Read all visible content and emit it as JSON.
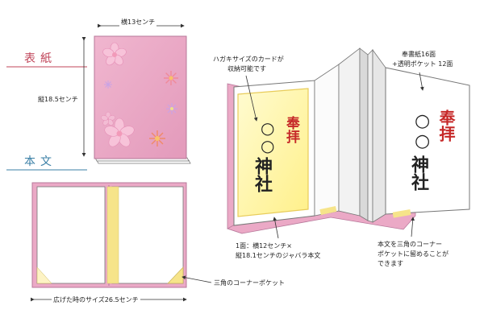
{
  "sections": {
    "cover": "表紙",
    "body": "本文"
  },
  "labels": {
    "cover_width": "横13センチ",
    "cover_height": "縦18.5センチ",
    "card_note": [
      "ハガキサイズのカードが",
      "収納可能です"
    ],
    "page_count": [
      "奉書紙16面",
      "+透明ポケット 12面"
    ],
    "page_size": [
      "1面：横12センチ×",
      "縦18.1センチのジャバラ本文"
    ],
    "corner_pocket": "三角のコーナーポケット",
    "corner_note": [
      "本文を三角のコーナー",
      "ポケットに留めることが",
      "できます"
    ],
    "spread_width": "広げた時のサイズ26.5センチ"
  },
  "page_text": {
    "bow": "奉拝",
    "shrine": "神社",
    "circle": "○"
  },
  "colors": {
    "cover_pink": "#e9a6c3",
    "cover_edge": "#d88fb0",
    "cover_accent": "#c0465a",
    "body_accent": "#3a7fa6",
    "card_yellow": "#fff5a3",
    "card_frame": "#f5df6a",
    "bow_red": "#c62828",
    "tape_yellow": "#f6e48a"
  },
  "icons": {
    "flower": "sakura-flower-icon",
    "dahlia": "dahlia-flower-icon"
  }
}
